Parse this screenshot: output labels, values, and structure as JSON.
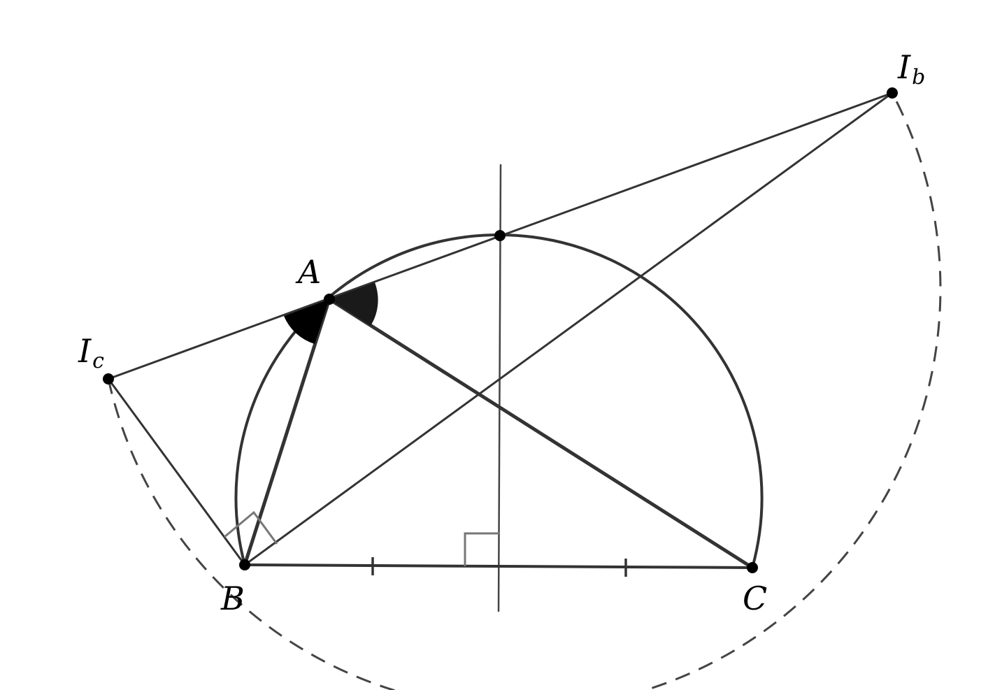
{
  "labels": {
    "A": "A",
    "B": "B",
    "C": "C",
    "Ib_main": "I",
    "Ib_sub": "b",
    "Ic_main": "I",
    "Ic_sub": "c"
  },
  "colors": {
    "stroke": "#333333",
    "angle_fill": "#000000",
    "angle_fill_alt": "#1a1a1a",
    "right_angle_mark": "#777777",
    "point": "#000000"
  }
}
